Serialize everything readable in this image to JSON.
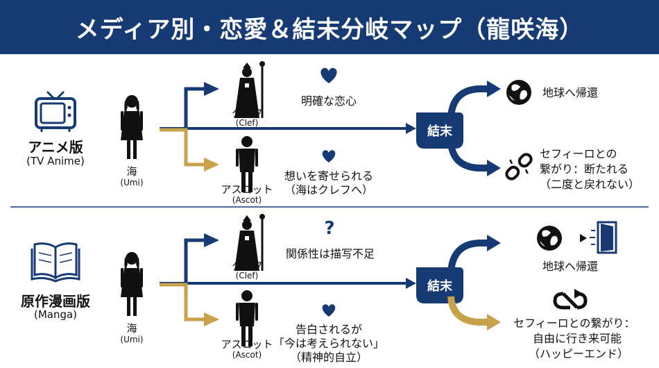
{
  "title": "メディア別・恋愛＆結末分岐マップ（龍咲海）",
  "colors": {
    "navy": "#163a73",
    "gold": "#c8a24b",
    "black": "#111111"
  },
  "anime": {
    "media_label": "アニメ版",
    "media_sub": "(TV Anime)",
    "media_icon": "tv-icon",
    "umi_name": "海",
    "umi_sub": "(Umi)",
    "clef_name": "クレフ",
    "clef_sub": "(Clef)",
    "ascot_name": "アスコット",
    "ascot_sub": "(Ascot)",
    "clef_desc": "明確な恋心",
    "ascot_desc_1": "想いを寄せられる",
    "ascot_desc_2": "（海はクレフへ）",
    "ending_label": "結末",
    "outcome_1": "地球へ帰還",
    "outcome_2_line1": "セフィーロとの",
    "outcome_2_line2": "繋がり：断たれる",
    "outcome_2_line3": "（二度と戻れない）"
  },
  "manga": {
    "media_label": "原作漫画版",
    "media_sub": "(Manga)",
    "media_icon": "book-icon",
    "umi_name": "海",
    "umi_sub": "(Umi)",
    "clef_name": "クレフ",
    "clef_sub": "(Clef)",
    "ascot_name": "アスコット",
    "ascot_sub": "(Ascot)",
    "clef_mark": "?",
    "clef_desc": "関係性は描写不足",
    "ascot_desc_1": "告白されるが",
    "ascot_desc_2": "「今は考えられない」",
    "ascot_desc_3": "（精神的自立）",
    "ending_label": "結末",
    "outcome_1": "地球へ帰還",
    "outcome_2_line1": "セフィーロとの繋がり：",
    "outcome_2_line2": "自由に行き来可能",
    "outcome_2_line3": "（ハッピーエンド）"
  }
}
